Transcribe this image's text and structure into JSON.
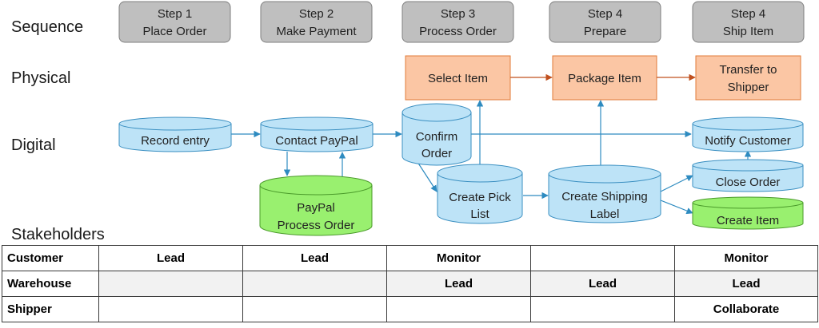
{
  "rows": {
    "sequence": "Sequence",
    "physical": "Physical",
    "digital": "Digital",
    "stakeholders": "Stakeholders"
  },
  "steps": [
    {
      "line1": "Step 1",
      "line2": "Place Order"
    },
    {
      "line1": "Step 2",
      "line2": "Make Payment"
    },
    {
      "line1": "Step 3",
      "line2": "Process Order"
    },
    {
      "line1": "Step 4",
      "line2": "Prepare"
    },
    {
      "line1": "Step 4",
      "line2": "Ship Item"
    }
  ],
  "physical": {
    "select_item": "Select Item",
    "package_item": "Package Item",
    "transfer_line1": "Transfer to",
    "transfer_line2": "Shipper"
  },
  "digital": {
    "record_entry": "Record entry",
    "contact_paypal": "Contact PayPal",
    "paypal_line1": "PayPal",
    "paypal_line2": "Process Order",
    "confirm_line1": "Confirm",
    "confirm_line2": "Order",
    "pick_line1": "Create Pick",
    "pick_line2": "List",
    "ship_line1": "Create Shipping",
    "ship_line2": "Label",
    "notify_customer": "Notify Customer",
    "close_order": "Close Order",
    "create_item": "Create Item"
  },
  "colors": {
    "step_fill": "#bfbfbf",
    "step_stroke": "#7f7f7f",
    "physical_fill": "#fbc6a4",
    "physical_stroke": "#e07b39",
    "digital_fill": "#bde3f7",
    "digital_stroke": "#3a8fc1",
    "green_fill": "#99f06f",
    "green_stroke": "#4a9a2a",
    "arrow_blue": "#2e8bc0",
    "arrow_orange": "#c0501e"
  },
  "table": {
    "rows": [
      {
        "name": "Customer",
        "cells": [
          "Lead",
          "Lead",
          "Monitor",
          "",
          "Monitor"
        ]
      },
      {
        "name": "Warehouse",
        "cells": [
          "",
          "",
          "Lead",
          "Lead",
          "Lead"
        ]
      },
      {
        "name": "Shipper",
        "cells": [
          "",
          "",
          "",
          "",
          "Collaborate"
        ]
      }
    ]
  }
}
